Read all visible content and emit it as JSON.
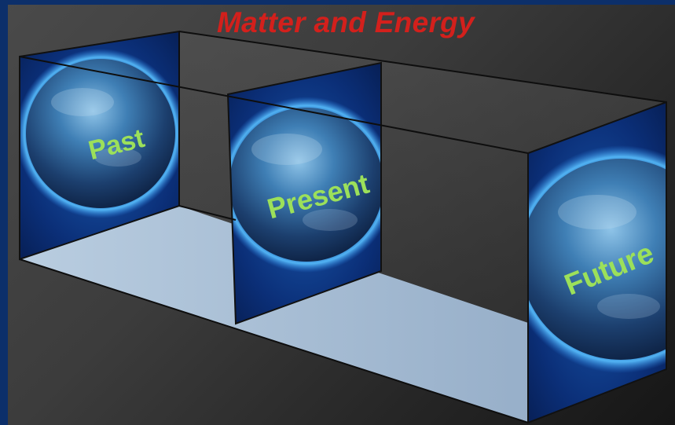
{
  "title": "Matter and Energy",
  "panels": [
    {
      "label": "Past"
    },
    {
      "label": "Present"
    },
    {
      "label": "Future"
    }
  ],
  "colors": {
    "title": "#d3201c",
    "label": "#9ce05a",
    "frame": "#0c2f6a",
    "glow": "#39a8ff",
    "floor": "#a9bfd6"
  }
}
